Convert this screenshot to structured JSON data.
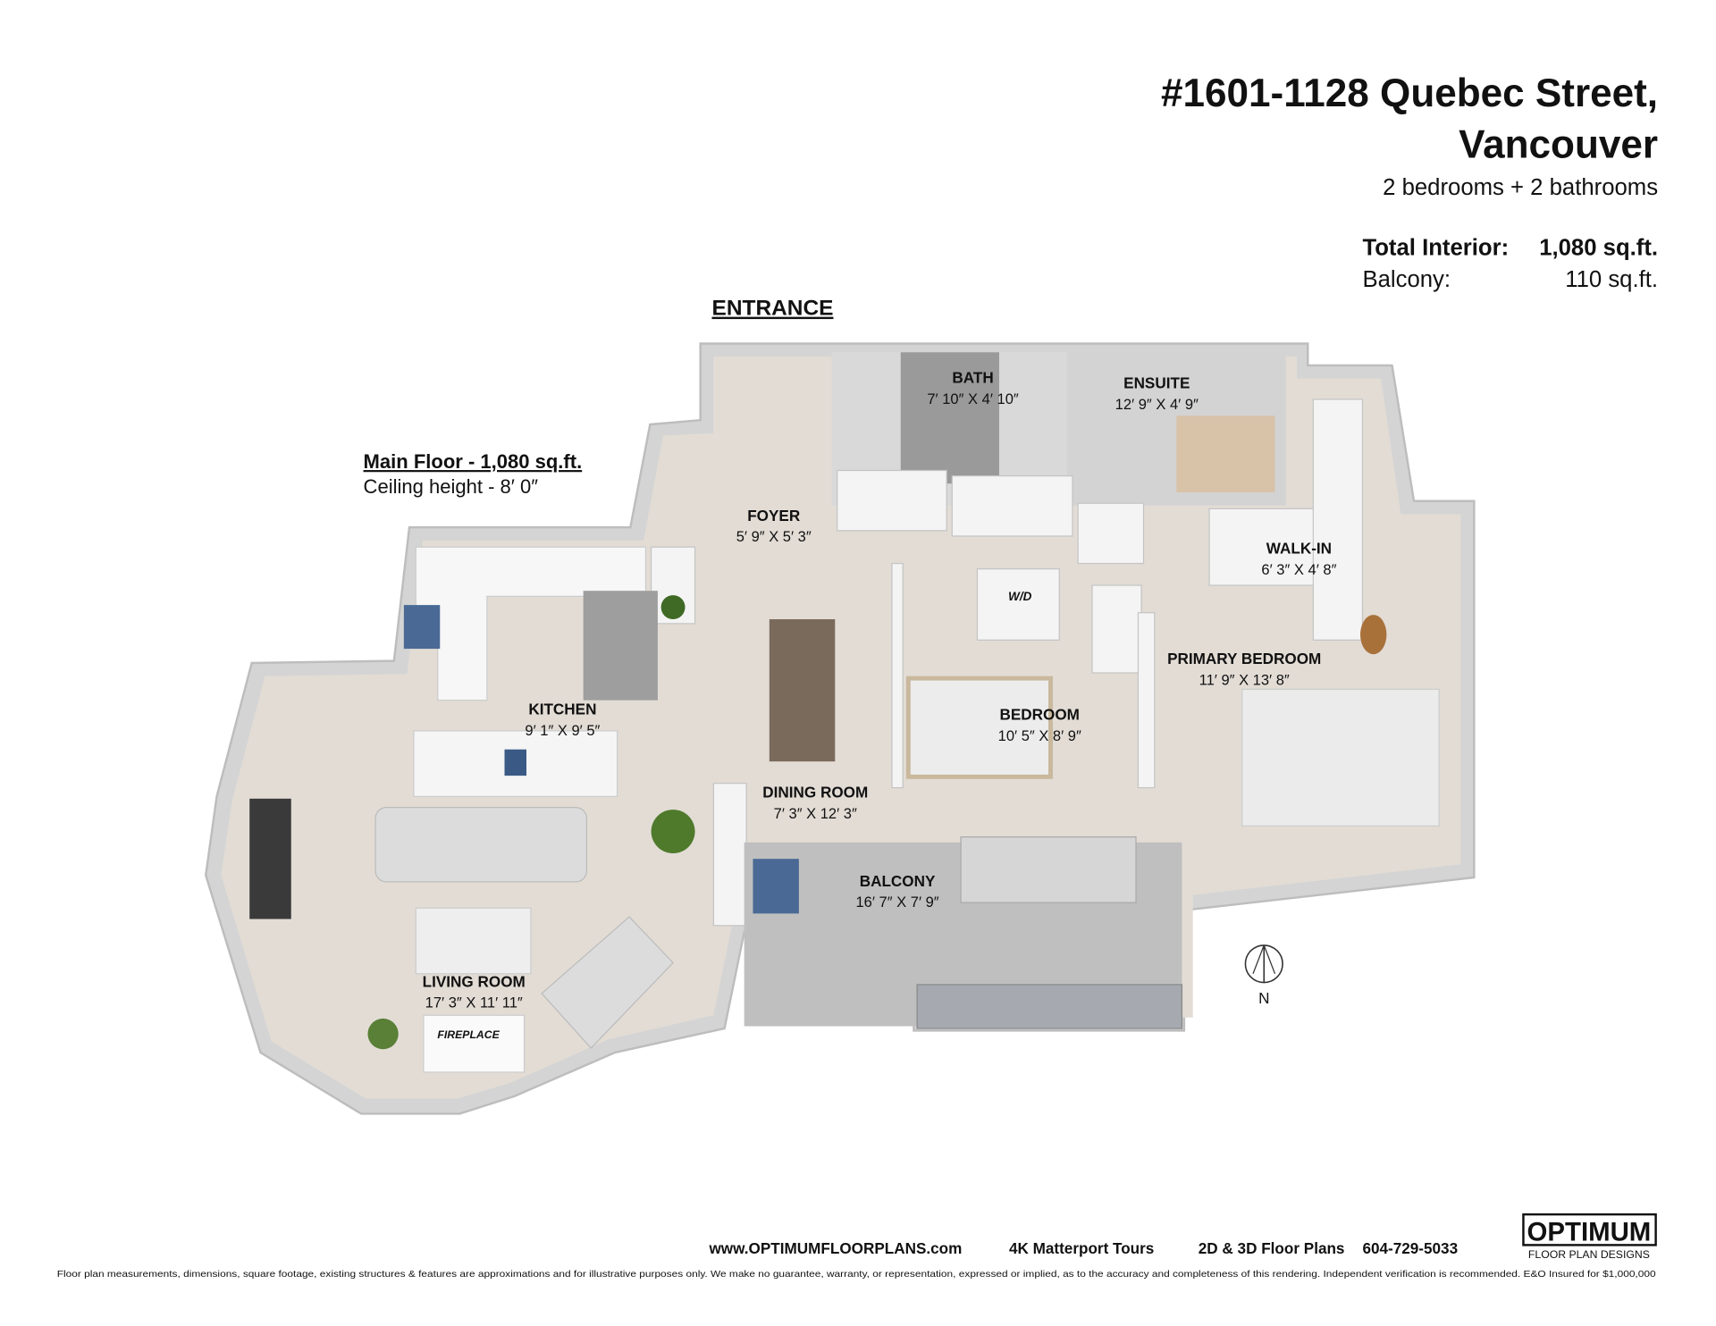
{
  "header": {
    "address_line1": "#1601-1128 Quebec Street,",
    "address_line2": "Vancouver",
    "rooms_summary": "2 bedrooms + 2 bathrooms",
    "total_interior_label": "Total Interior:",
    "total_interior_value": "1,080 sq.ft.",
    "balcony_label": "Balcony:",
    "balcony_value": "110 sq.ft."
  },
  "plan": {
    "entrance": "ENTRANCE",
    "floor_label": "Main Floor - 1,080 sq.ft.",
    "ceiling": "Ceiling height - 8′ 0″",
    "compass": "N",
    "rooms": [
      {
        "name": "BATH",
        "dims": "7′ 10″ X 4′ 10″"
      },
      {
        "name": "ENSUITE",
        "dims": "12′ 9″ X 4′ 9″"
      },
      {
        "name": "FOYER",
        "dims": "5′ 9″ X 5′ 3″"
      },
      {
        "name": "WALK-IN",
        "dims": "6′ 3″ X 4′ 8″"
      },
      {
        "name": "PRIMARY BEDROOM",
        "dims": "11′ 9″ X 13′ 8″"
      },
      {
        "name": "KITCHEN",
        "dims": "9′ 1″ X 9′ 5″"
      },
      {
        "name": "BEDROOM",
        "dims": "10′ 5″ X 8′ 9″"
      },
      {
        "name": "DINING ROOM",
        "dims": "7′ 3″ X 12′ 3″"
      },
      {
        "name": "BALCONY",
        "dims": "16′ 7″ X 7′ 9″"
      },
      {
        "name": "LIVING ROOM",
        "dims": "17′ 3″ X 11′ 11″"
      }
    ],
    "wd": "W/D",
    "fireplace": "FIREPLACE"
  },
  "footer": {
    "website": "www.OPTIMUMFLOORPLANS.com",
    "service1": "4K Matterport Tours",
    "service2": "2D & 3D Floor Plans",
    "phone": "604-729-5033",
    "logo_main": "OPTIMUM",
    "logo_sub": "FLOOR PLAN DESIGNS",
    "disclaimer": "Floor plan measurements, dimensions, square footage, existing structures & features are approximations and for illustrative purposes only. We make no guarantee, warranty, or representation, expressed or implied, as to the accuracy and completeness of this rendering. Independent verification is recommended. E&O Insured for $1,000,000"
  },
  "colors": {
    "floor": "#e2dcd5",
    "wall": "#cfcfcf",
    "text": "#111111"
  }
}
